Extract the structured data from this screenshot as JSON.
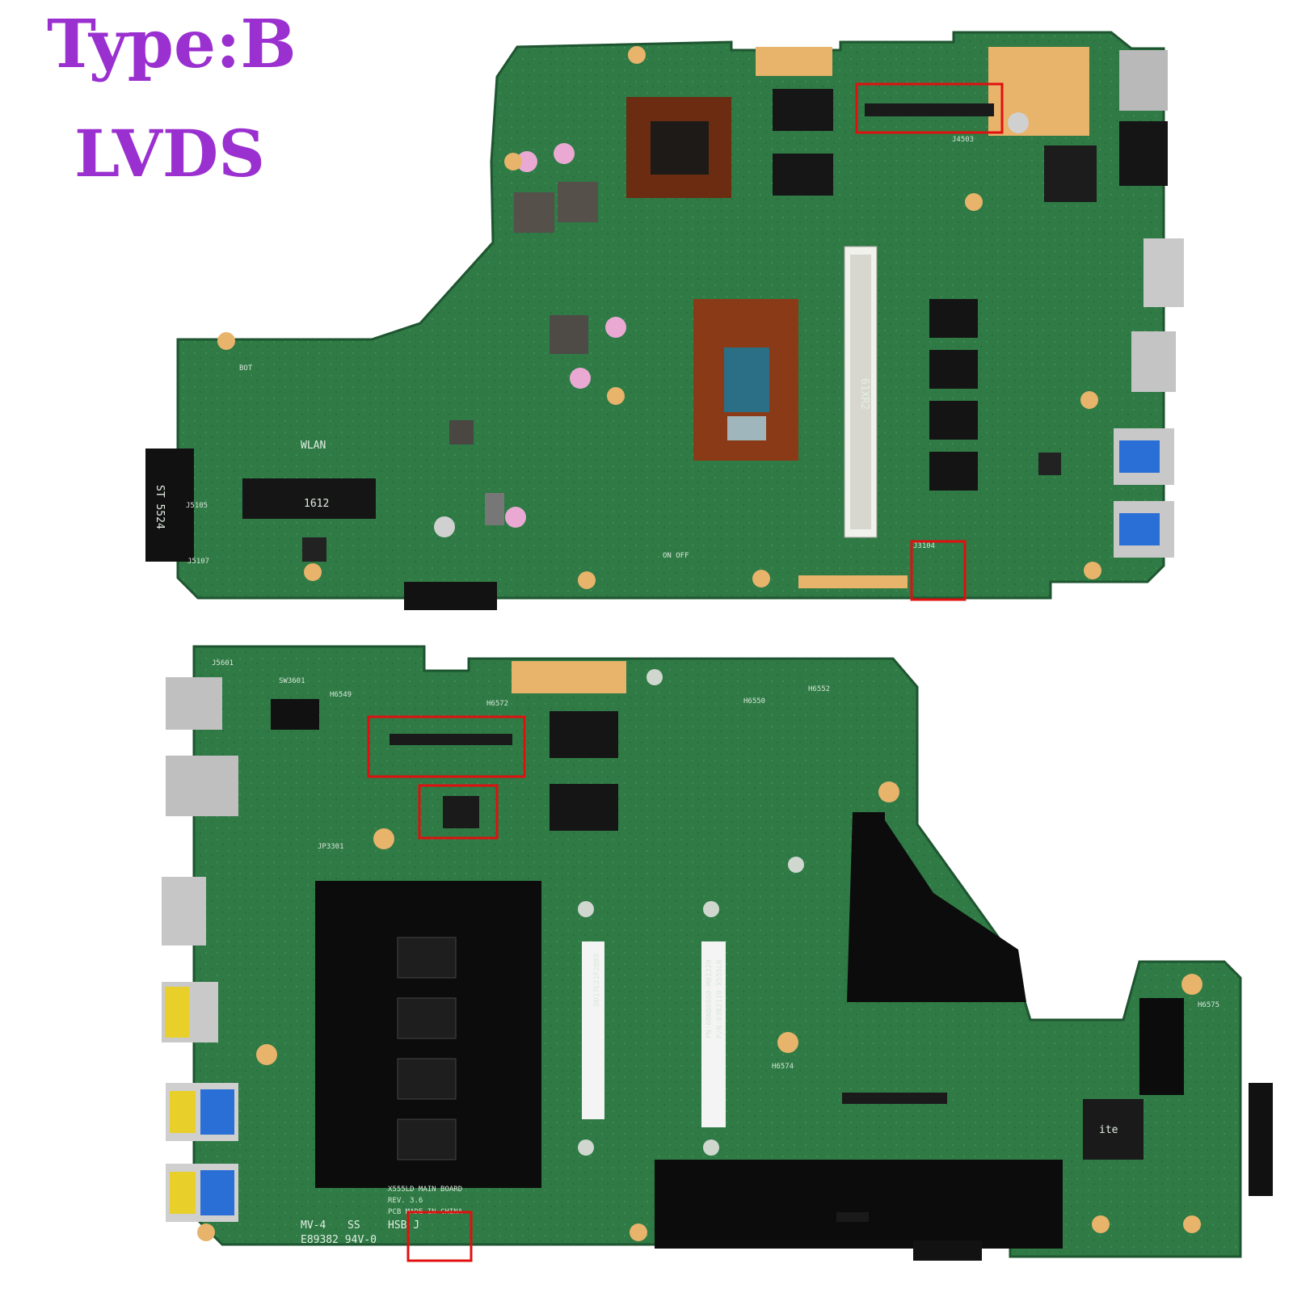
{
  "heading": {
    "line1": "Type:B",
    "line2": "LVDS"
  },
  "colors": {
    "title": "#9b30d0",
    "pcb": "#2f7a45",
    "pcb_dark": "#1f5a32",
    "gold": "#e8b36a",
    "highlight_box": "#e01010",
    "usb_blue": "#2a6fd6",
    "hdmi_yellow": "#e8cf2a"
  },
  "top_board": {
    "labels": {
      "wlan": "WLAN",
      "bot": "BOT",
      "ssd_label": "ST 5524",
      "m2_label": "1612",
      "dimm_label": "61XR2",
      "onoff": "ON OFF",
      "j4503": "J4503",
      "j3104": "J3104",
      "j5105": "J5105",
      "j5107": "J5107"
    }
  },
  "bottom_board": {
    "labels": {
      "board_name": "X555LD MAIN BOARD",
      "rev": "REV. 3.6",
      "pcb_made": "PCB MADE IN CHINA",
      "mv": "MV-4",
      "ss": "SS",
      "hsb": "HSB J",
      "cert": "E89382  94V-0",
      "sticker1": "DD17C21F2B89",
      "sticker2_a": "PN:60NB08G0-MB1320",
      "sticker2_b": "P/N:03B2110 X555LB",
      "ite": "ite",
      "h6549": "H6549",
      "h6572": "H6572",
      "h6552": "H6552",
      "h6550": "H6550",
      "h6575": "H6575",
      "h6574": "H6574",
      "j5601": "J5601",
      "sw3601": "SW3601",
      "jp3301": "JP3301"
    }
  }
}
